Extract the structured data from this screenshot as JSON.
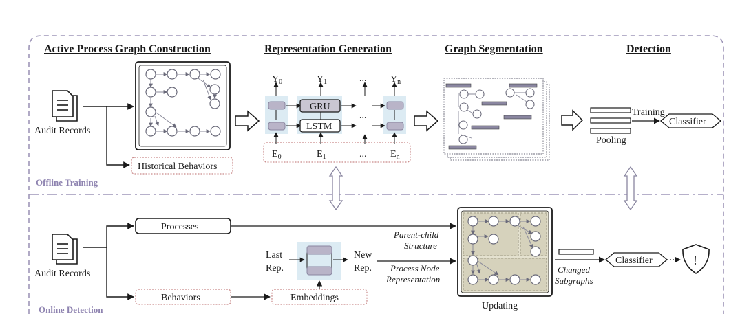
{
  "headers": {
    "construction": "Active Process Graph Construction",
    "representation": "Representation Generation",
    "segmentation": "Graph Segmentation",
    "detection": "Detection"
  },
  "offline": {
    "section_label": "Offline Training",
    "audit_records": "Audit Records",
    "historical_behaviors": "Historical Behaviors",
    "outputs": {
      "y0": "Y",
      "y0_sub": "0",
      "y1": "Y",
      "y1_sub": "1",
      "yn": "Y",
      "yn_sub": "n"
    },
    "inputs": {
      "e0": "E",
      "e0_sub": "0",
      "e1": "E",
      "e1_sub": "1",
      "en": "E",
      "en_sub": "n"
    },
    "ellipsis": "...",
    "gru": "GRU",
    "lstm": "LSTM",
    "training": "Training",
    "pooling": "Pooling",
    "classifier": "Classifier"
  },
  "online": {
    "section_label": "Online Detection",
    "audit_records": "Audit Records",
    "processes": "Processes",
    "behaviors": "Behaviors",
    "embeddings": "Embeddings",
    "last_rep_1": "Last",
    "last_rep_2": "Rep.",
    "new_rep_1": "New",
    "new_rep_2": "Rep.",
    "parent_child_1": "Parent-child",
    "parent_child_2": "Structure",
    "process_node_1": "Process Node",
    "process_node_2": "Representation",
    "updating": "Updating",
    "changed_1": "Changed",
    "changed_2": "Subgraphs",
    "classifier": "Classifier",
    "alert_symbol": "!"
  },
  "colors": {
    "dashed_border": "#9e96b8",
    "section_label": "#8e83b0",
    "rnn_bg": "#dcebf3",
    "cell_fill": "#b9b4c8",
    "gru_fill": "#c9c6d2",
    "update_bg": "#e4e1cf",
    "update_inner": "#d6d2bc"
  }
}
